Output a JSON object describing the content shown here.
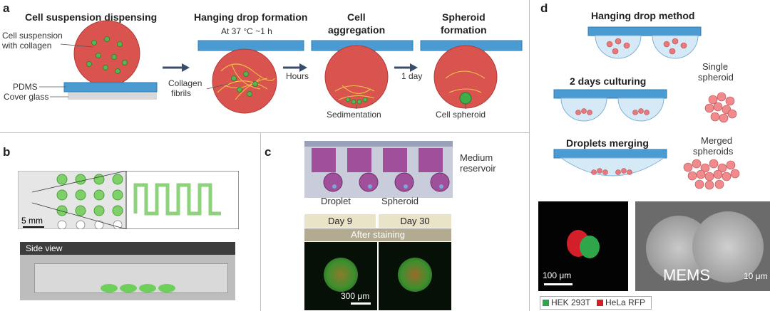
{
  "panel_a": {
    "letter": "a",
    "step1_title": "Cell suspension dispensing",
    "step2_title": "Hanging drop formation",
    "step2_condition": "At 37 °C ~1 h",
    "step3_title_l1": "Cell",
    "step3_title_l2": "aggregation",
    "step4_title_l1": "Spheroid",
    "step4_title_l2": "formation",
    "label_suspension_l1": "Cell suspension",
    "label_suspension_l2": "with collagen",
    "label_pdms": "PDMS",
    "label_cover_glass": "Cover glass",
    "label_collagen_l1": "Collagen",
    "label_collagen_l2": "fibrils",
    "label_hours": "Hours",
    "label_day": "1 day",
    "label_sedimentation": "Sedimentation",
    "label_cell_spheroid": "Cell spheroid"
  },
  "panel_b": {
    "letter": "b",
    "scale": "5 mm",
    "side_view": "Side view"
  },
  "panel_c": {
    "letter": "c",
    "medium_reservoir_l1": "Medium",
    "medium_reservoir_l2": "reservoir",
    "droplet": "Droplet",
    "spheroid": "Spheroid",
    "day9": "Day 9",
    "day30": "Day 30",
    "after_staining": "After staining",
    "scale": "300 μm"
  },
  "panel_d": {
    "letter": "d",
    "hanging_drop": "Hanging drop method",
    "culturing": "2 days culturing",
    "single_l1": "Single",
    "single_l2": "spheroid",
    "merging": "Droplets merging",
    "merged_l1": "Merged",
    "merged_l2": "spheroids",
    "scale_left": "100 μm",
    "scale_right": "10 μm",
    "legend_green": "HEK 293T",
    "legend_red": "HeLa RFP",
    "watermark": "MEMS"
  },
  "colors": {
    "bar_blue": "#4a9bd1",
    "drop_red": "#d9534f",
    "cell_green": "#4cae4c",
    "reservoir_purple": "#a0509a"
  }
}
